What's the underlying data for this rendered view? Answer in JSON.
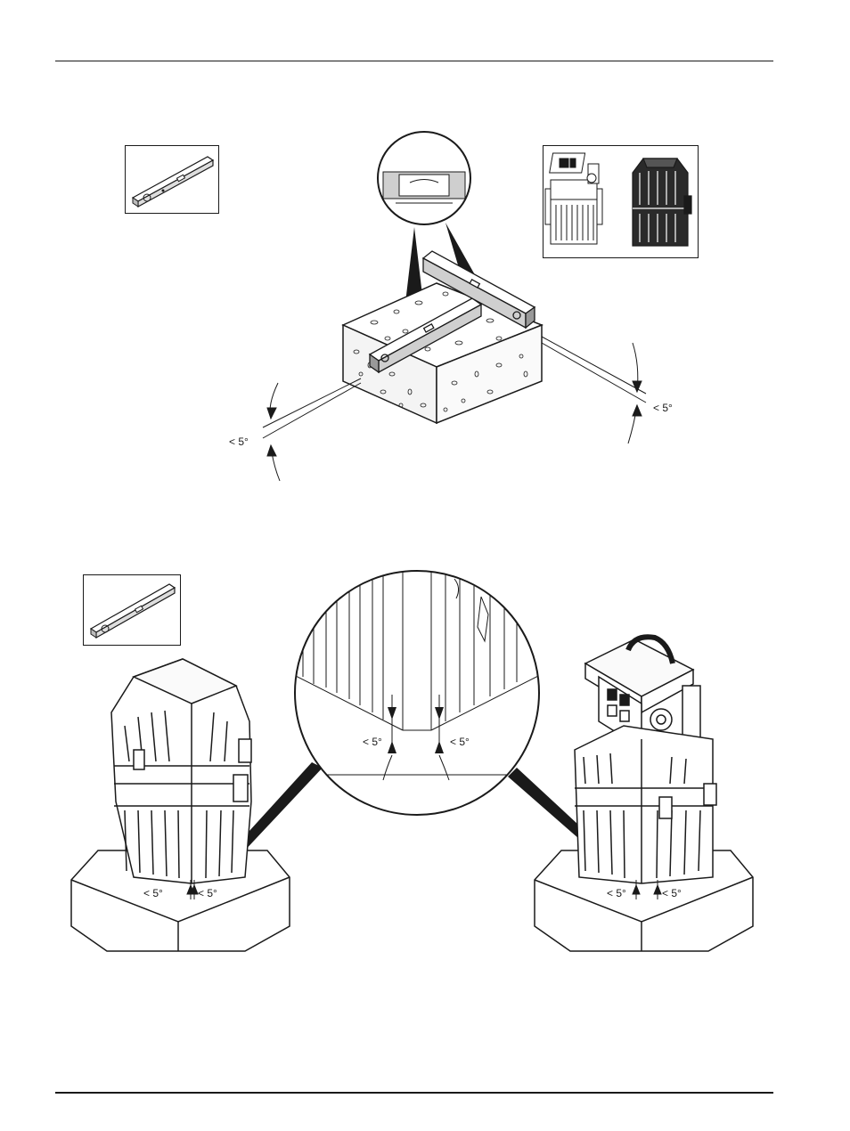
{
  "figure1": {
    "left_angle_label": "< 5°",
    "right_angle_label": "< 5°"
  },
  "figure2": {
    "zoom_left_label": "< 5°",
    "zoom_right_label": "< 5°",
    "left_unit_label_a": "< 5°",
    "left_unit_label_b": "< 5°",
    "right_unit_label_a": "< 5°",
    "right_unit_label_b": "< 5°"
  },
  "icons": {
    "spirit_level": "spirit-level-icon",
    "devices": "sampler-devices-icon",
    "magnifier": "magnifier-icon"
  }
}
